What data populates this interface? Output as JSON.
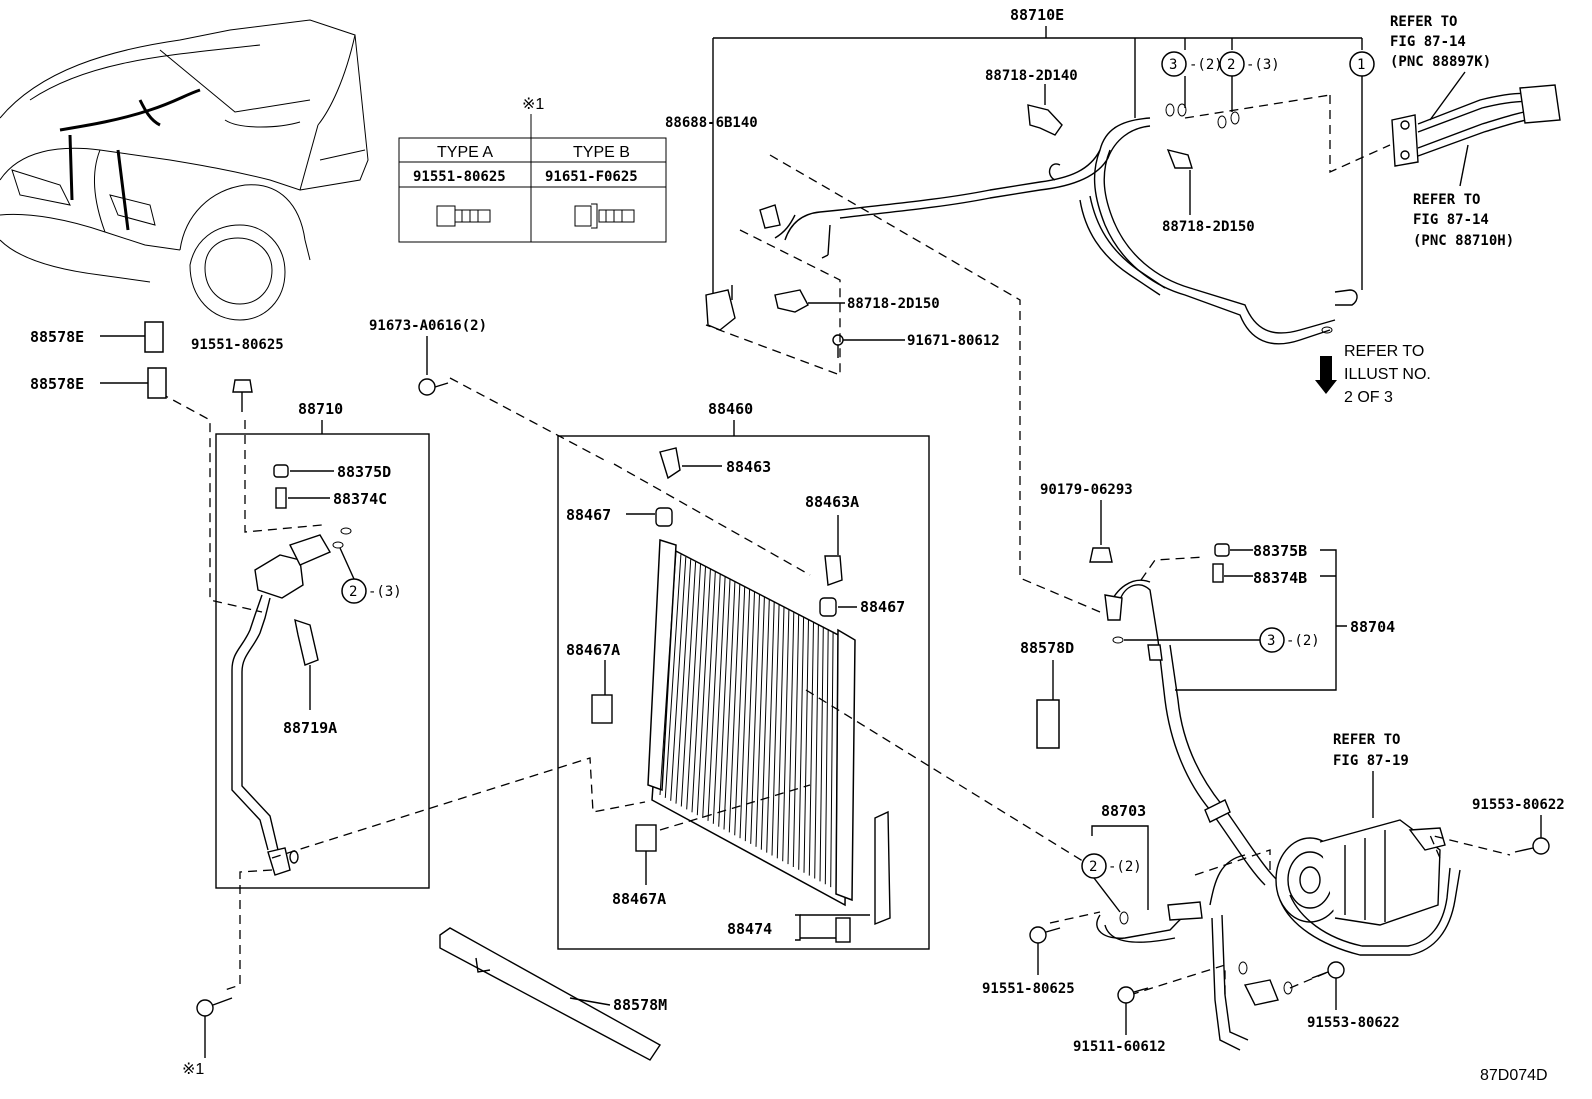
{
  "labels": {
    "assy_88710E": "88710E",
    "p_88718_2D140": "88718-2D140",
    "p_88718_2D150_top": "88718-2D150",
    "p_88718_2D150_mid": "88718-2D150",
    "p_88688_6B140": "88688-6B140",
    "p_91671_80612": "91671-80612",
    "p_91673_A0616": "91673-A0616(2)",
    "p_91551_80625_left": "91551-80625",
    "p_88578E_1": "88578E",
    "p_88578E_2": "88578E",
    "assy_88710": "88710",
    "p_88375D": "88375D",
    "p_88374C": "88374C",
    "p_88719A": "88719A",
    "assy_88460": "88460",
    "p_88463": "88463",
    "p_88463A": "88463A",
    "p_88467_1": "88467",
    "p_88467_2": "88467",
    "p_88467A_1": "88467A",
    "p_88467A_2": "88467A",
    "p_88474": "88474",
    "p_88578M": "88578M",
    "p_90179_06293": "90179-06293",
    "p_88375B": "88375B",
    "p_88374B": "88374B",
    "assy_88704": "88704",
    "p_88578D": "88578D",
    "assy_88703": "88703",
    "p_91553_80622_right": "91553-80622",
    "p_91553_80622_bottom": "91553-80622",
    "p_91551_80625_bottom": "91551-80625",
    "p_91511_60612": "91511-60612",
    "asterisk_top": "※1",
    "asterisk_bottom": "※1",
    "diagram_id": "87D074D"
  },
  "callouts": {
    "c3_top": {
      "num": "3",
      "qty": "-(2)"
    },
    "c2_top": {
      "num": "2",
      "qty": "-(3)"
    },
    "c1_top": {
      "num": "1",
      "qty": ""
    },
    "c2_left": {
      "num": "2",
      "qty": "-(3)"
    },
    "c3_right": {
      "num": "3",
      "qty": "-(2)"
    },
    "c2_bottom": {
      "num": "2",
      "qty": "-(2)"
    }
  },
  "type_table": {
    "type_a": {
      "header": "TYPE A",
      "part": "91551-80625"
    },
    "type_b": {
      "header": "TYPE B",
      "part": "91651-F0625"
    }
  },
  "references": {
    "fig_top_1": {
      "line1": "REFER TO",
      "line2": "FIG 87-14",
      "line3": "(PNC 88897K)"
    },
    "fig_top_2": {
      "line1": "REFER TO",
      "line2": "FIG 87-14",
      "line3": "(PNC 88710H)"
    },
    "illust": {
      "line1": "REFER TO",
      "line2": "ILLUST NO.",
      "line3": "2 OF 3"
    },
    "fig_compressor": {
      "line1": "REFER TO",
      "line2": "FIG 87-19"
    }
  },
  "colors": {
    "ink": "#000000",
    "paper": "#ffffff"
  }
}
